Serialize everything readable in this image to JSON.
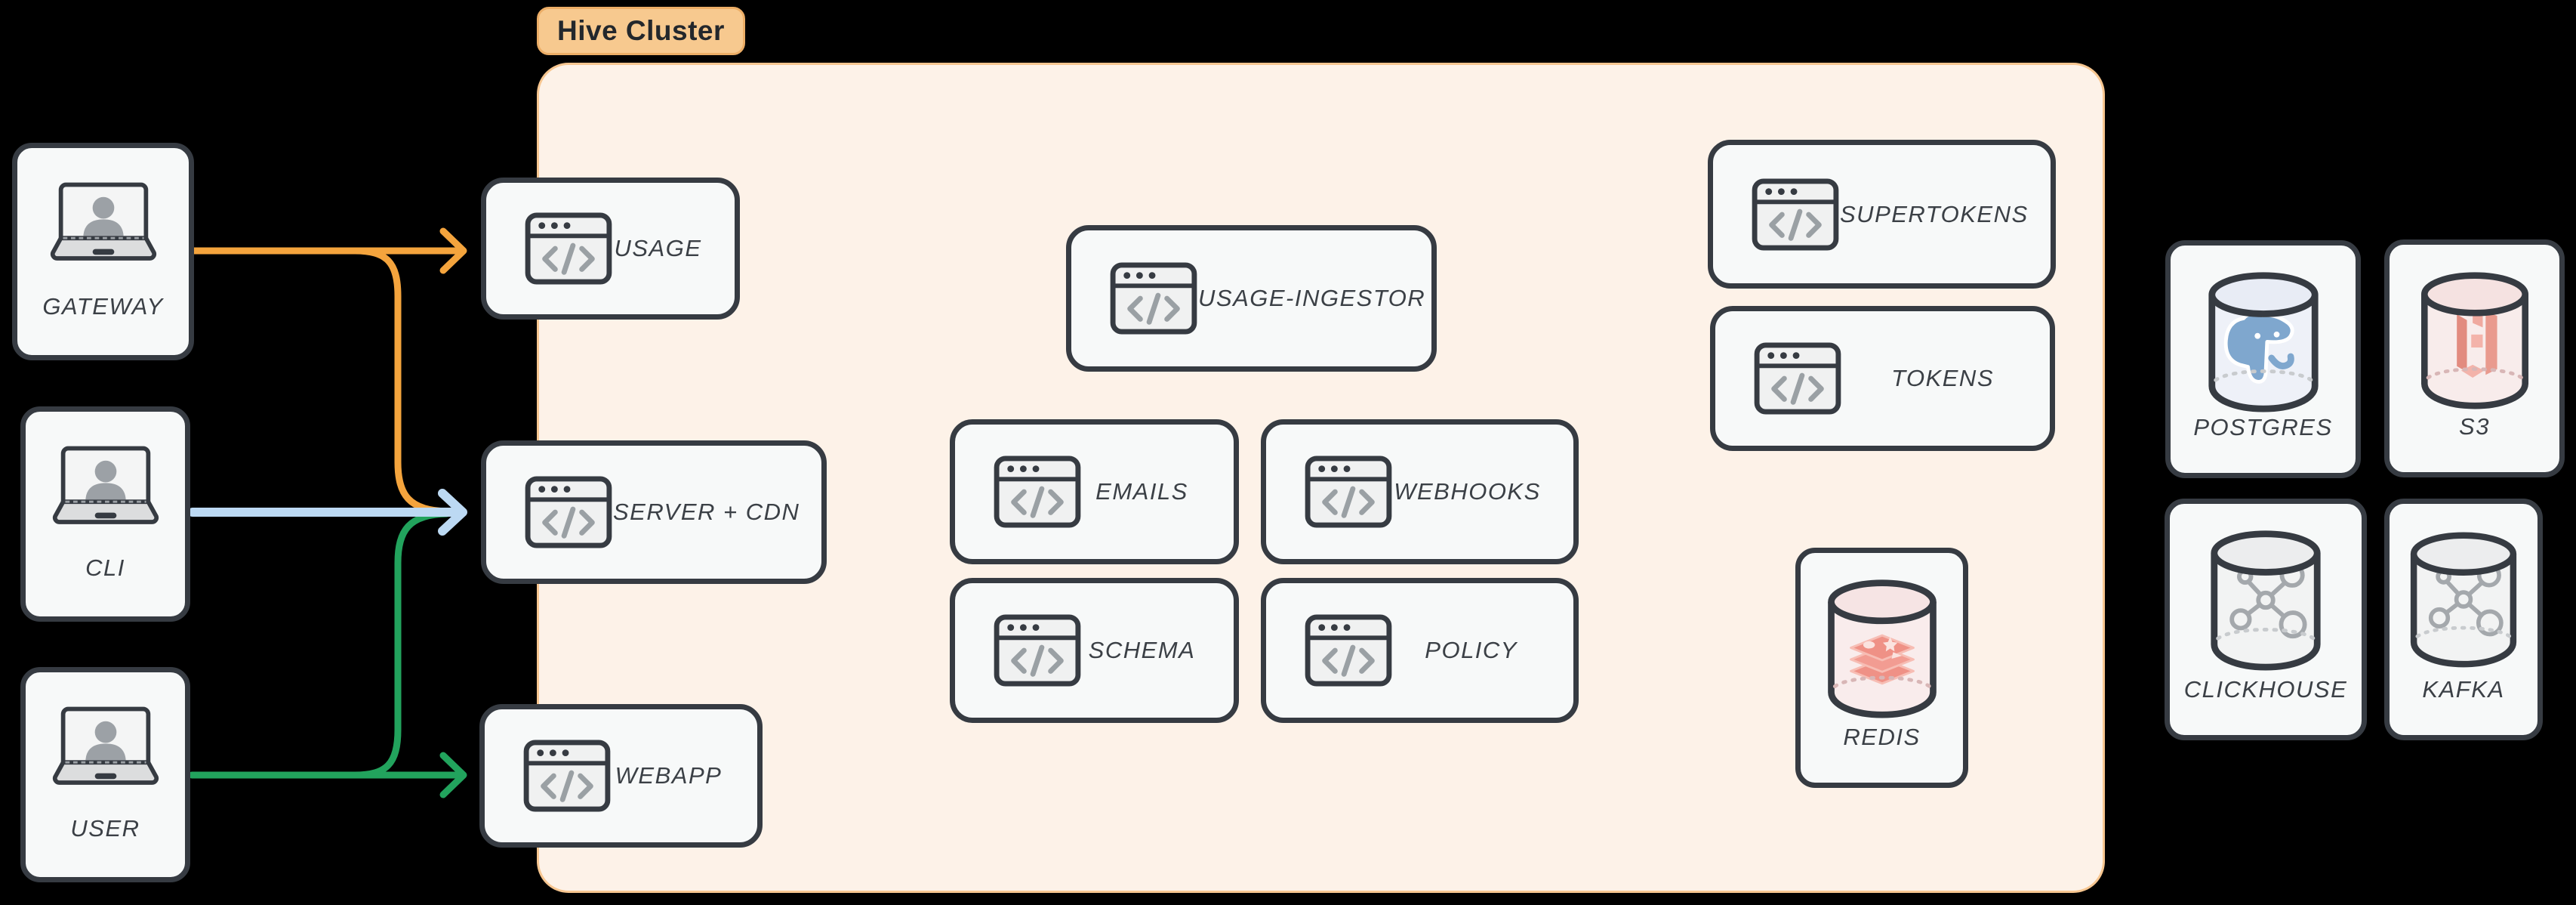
{
  "cluster": {
    "label": "Hive Cluster"
  },
  "clients": [
    {
      "id": "gateway",
      "label": "GATEWAY"
    },
    {
      "id": "cli",
      "label": "CLI"
    },
    {
      "id": "user",
      "label": "USER"
    }
  ],
  "services": [
    {
      "id": "usage",
      "label": "USAGE"
    },
    {
      "id": "server-cdn",
      "label": "SERVER + CDN"
    },
    {
      "id": "webapp",
      "label": "WEBAPP"
    },
    {
      "id": "usage-ingestor",
      "label": "USAGE-INGESTOR"
    },
    {
      "id": "emails",
      "label": "EMAILS"
    },
    {
      "id": "webhooks",
      "label": "WEBHOOKS"
    },
    {
      "id": "schema",
      "label": "SCHEMA"
    },
    {
      "id": "policy",
      "label": "POLICY"
    },
    {
      "id": "supertokens",
      "label": "SUPERTOKENS"
    },
    {
      "id": "tokens",
      "label": "TOKENS"
    }
  ],
  "datastores": [
    {
      "id": "redis",
      "label": "REDIS"
    },
    {
      "id": "postgres",
      "label": "POSTGRES"
    },
    {
      "id": "s3",
      "label": "S3"
    },
    {
      "id": "clickhouse",
      "label": "CLICKHOUSE"
    },
    {
      "id": "kafka",
      "label": "KAFKA"
    }
  ],
  "edges": [
    {
      "from": "GATEWAY",
      "to": "USAGE",
      "color": "#F4A43D"
    },
    {
      "from": "GATEWAY",
      "to": "SERVER + CDN",
      "color": "#F4A43D"
    },
    {
      "from": "CLI",
      "to": "SERVER + CDN",
      "color": "#BCD9F3"
    },
    {
      "from": "USER",
      "to": "SERVER + CDN",
      "color": "#22A35D"
    },
    {
      "from": "USER",
      "to": "WEBAPP",
      "color": "#22A35D"
    }
  ],
  "colors": {
    "background": "#000000",
    "cluster_fill": "#FDF2E8",
    "cluster_border": "#F7C690",
    "cluster_tag_fill": "#F7C98F",
    "node_fill": "#F7F9F9",
    "node_border": "#363B42",
    "label_text": "#3B4046"
  }
}
